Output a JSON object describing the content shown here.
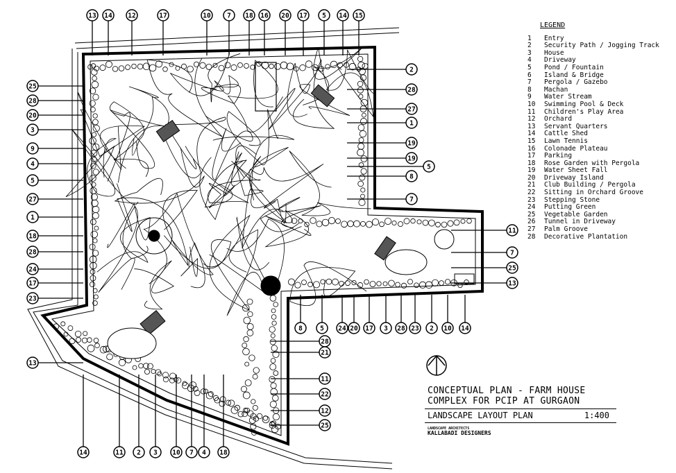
{
  "legend": {
    "title": "LEGEND",
    "items": [
      {
        "num": "1",
        "label": "Entry"
      },
      {
        "num": "2",
        "label": "Security Path / Jogging Track"
      },
      {
        "num": "3",
        "label": "House"
      },
      {
        "num": "4",
        "label": "Driveway"
      },
      {
        "num": "5",
        "label": "Pond / Fountain"
      },
      {
        "num": "6",
        "label": "Island & Bridge"
      },
      {
        "num": "7",
        "label": "Pergola / Gazebo"
      },
      {
        "num": "8",
        "label": "Machan"
      },
      {
        "num": "9",
        "label": "Water Stream"
      },
      {
        "num": "10",
        "label": "Swimming Pool & Deck"
      },
      {
        "num": "11",
        "label": "Children's Play Area"
      },
      {
        "num": "12",
        "label": "Orchard"
      },
      {
        "num": "13",
        "label": "Servant Quarters"
      },
      {
        "num": "14",
        "label": "Cattle Shed"
      },
      {
        "num": "15",
        "label": "Lawn Tennis"
      },
      {
        "num": "16",
        "label": "Colonade Plateau"
      },
      {
        "num": "17",
        "label": "Parking"
      },
      {
        "num": "18",
        "label": "Rose Garden with Pergola"
      },
      {
        "num": "19",
        "label": "Water Sheet Fall"
      },
      {
        "num": "20",
        "label": "Driveway Island"
      },
      {
        "num": "21",
        "label": "Club Building / Pergola"
      },
      {
        "num": "22",
        "label": "Sitting in Orchard Groove"
      },
      {
        "num": "23",
        "label": "Stepping Stone"
      },
      {
        "num": "24",
        "label": "Putting Green"
      },
      {
        "num": "25",
        "label": "Vegetable Garden"
      },
      {
        "num": "26",
        "label": "Tunnel in Driveway"
      },
      {
        "num": "27",
        "label": "Palm Groove"
      },
      {
        "num": "28",
        "label": "Decorative Plantation"
      }
    ]
  },
  "title_block": {
    "line1": "CONCEPTUAL PLAN  - FARM HOUSE",
    "line2": "COMPLEX FOR PCIP AT GURGAON",
    "drawing": "LANDSCAPE LAYOUT PLAN",
    "scale": "1:400",
    "firm_role": "LANDSCAPE ARCHITECTS",
    "firm": "KALLABADI DESIGNERS"
  },
  "callouts": {
    "top": [
      "13",
      "14",
      "12",
      "17",
      "10",
      "7",
      "18",
      "16",
      "20",
      "17",
      "5",
      "14",
      "15"
    ],
    "left": [
      "25",
      "28",
      "20",
      "3",
      "9",
      "4",
      "5",
      "27",
      "1",
      "18",
      "28",
      "24",
      "17",
      "23",
      "13"
    ],
    "right": [
      "2",
      "28",
      "27",
      "1",
      "19",
      "19",
      "5",
      "8",
      "7",
      "11",
      "7",
      "25",
      "13"
    ],
    "notch_bottom": [
      "8",
      "5",
      "24",
      "20",
      "17",
      "3",
      "28",
      "23",
      "2",
      "10",
      "14"
    ],
    "column_right": [
      "28",
      "21",
      "11",
      "22",
      "12",
      "25"
    ],
    "bottom": [
      "14",
      "11",
      "2",
      "3",
      "10",
      "7",
      "4",
      "18"
    ]
  }
}
